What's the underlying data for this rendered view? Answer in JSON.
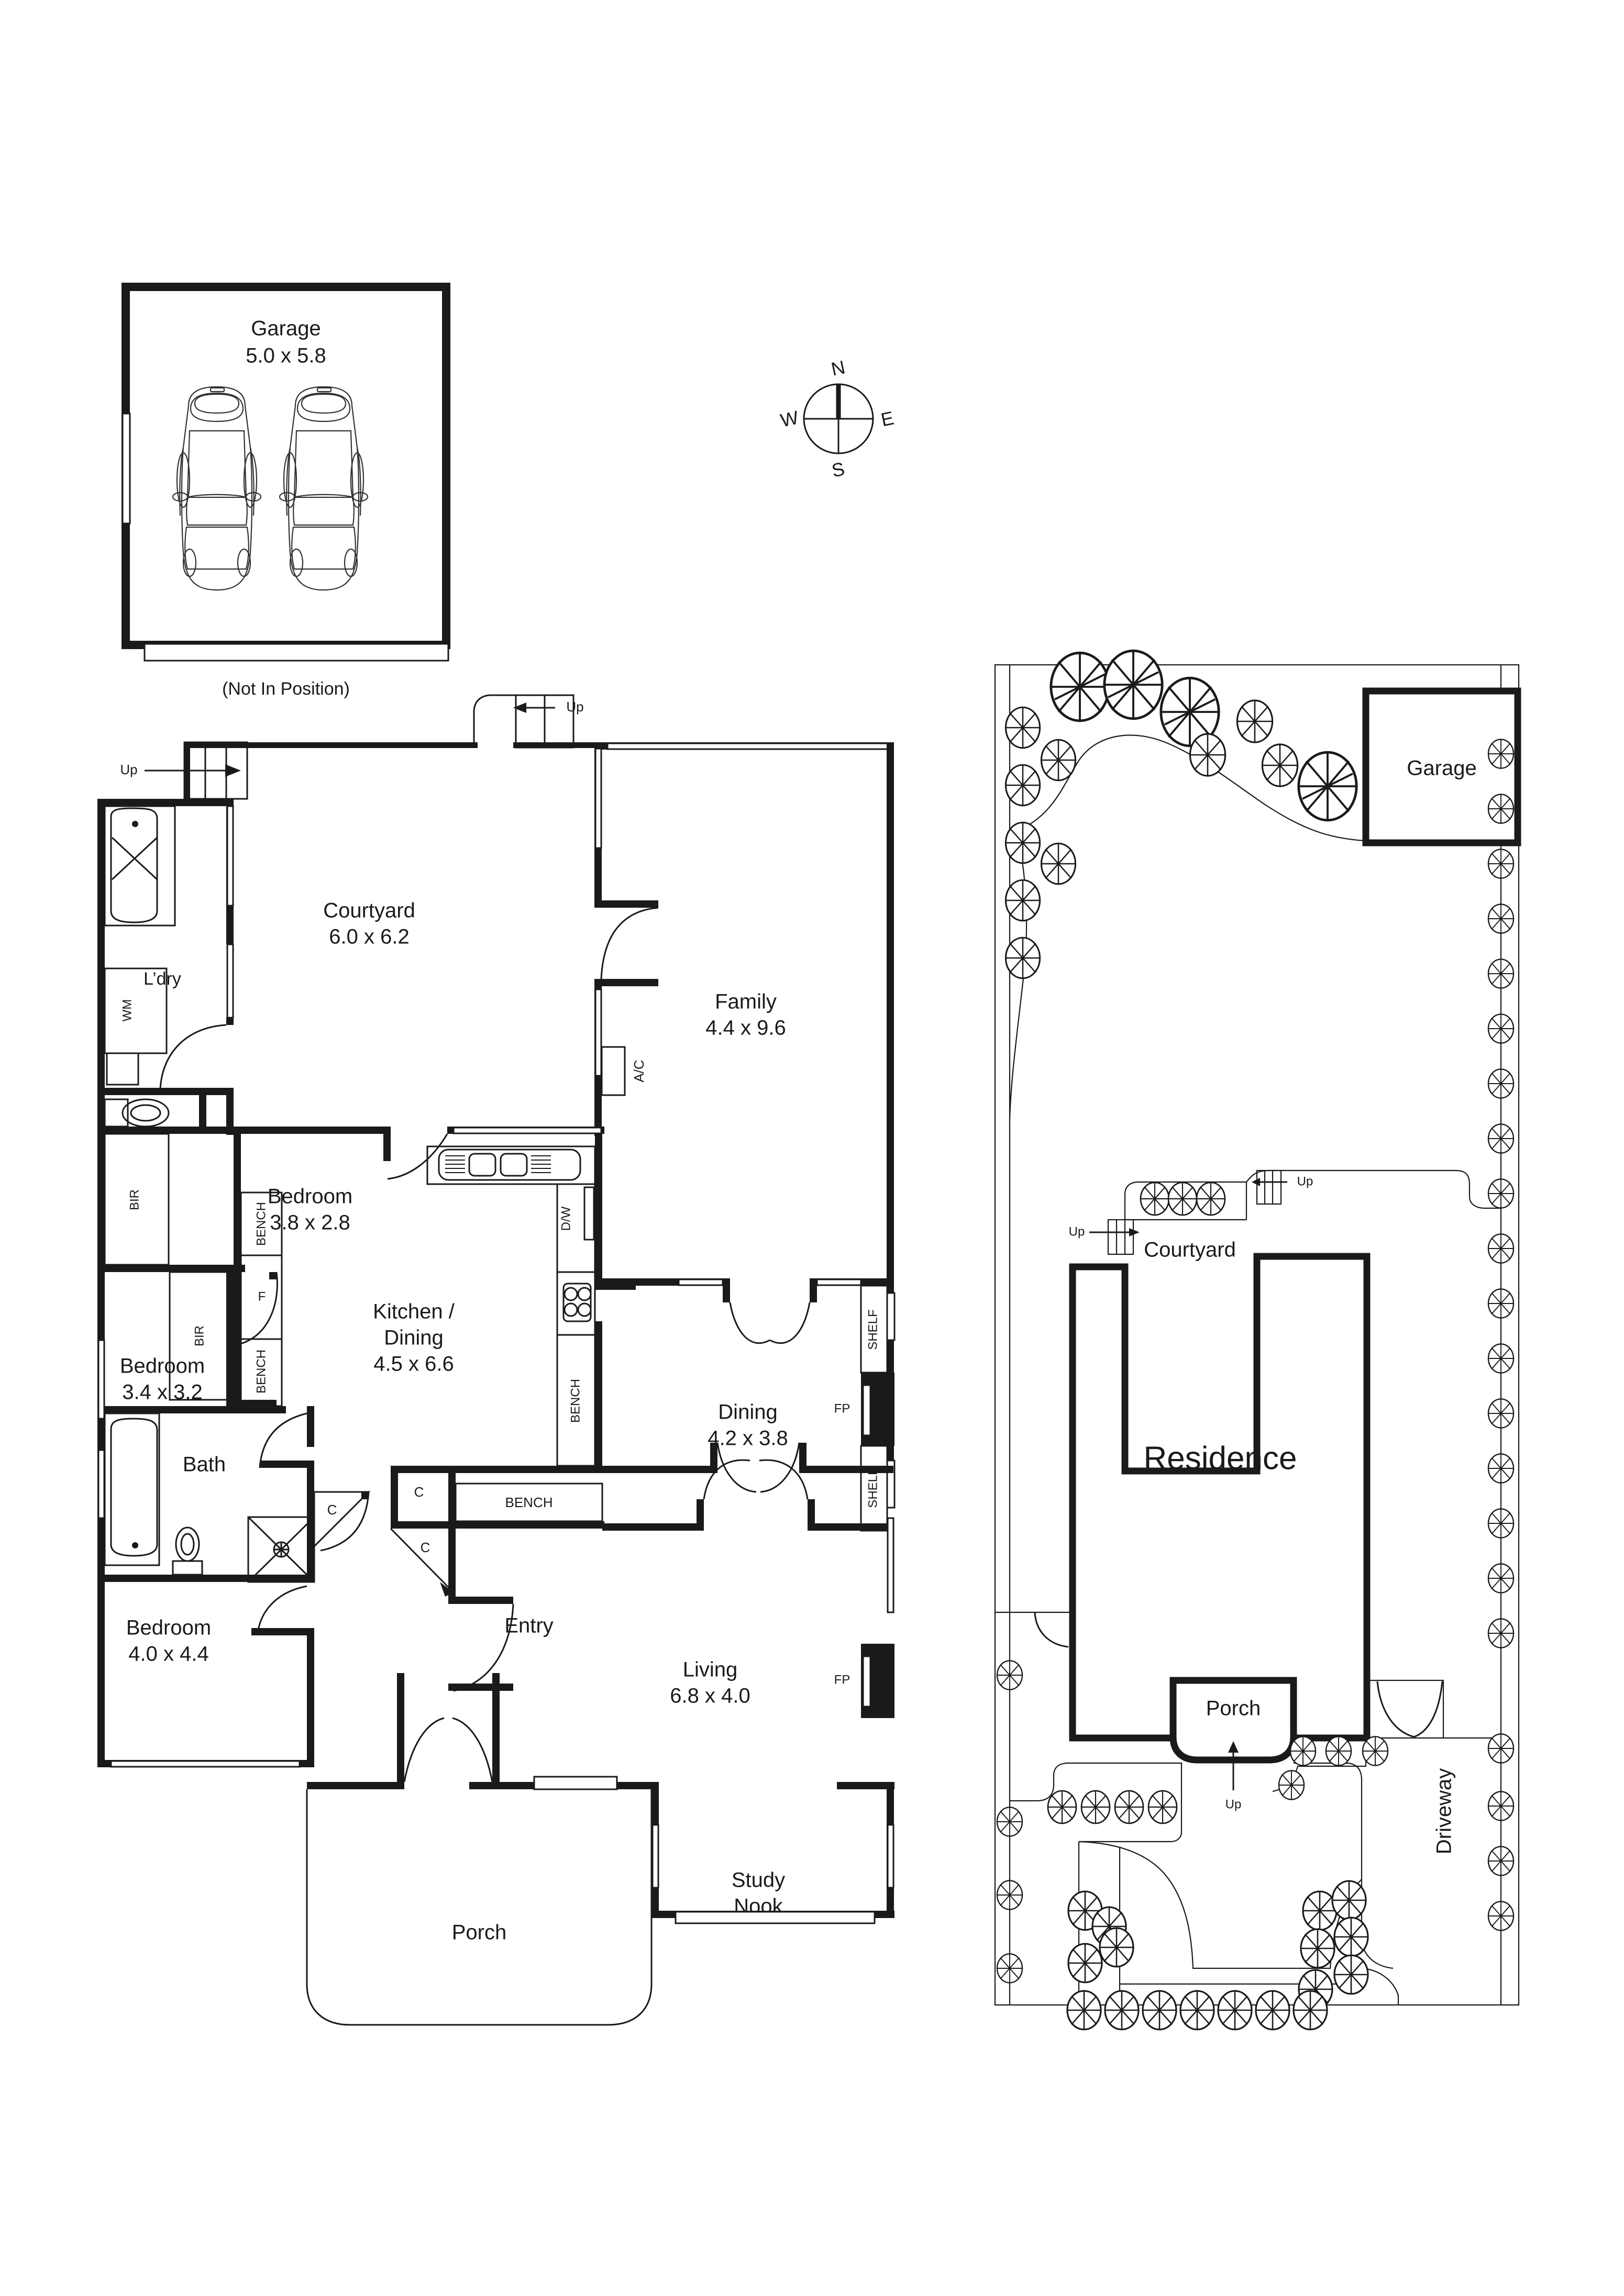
{
  "document": {
    "type": "residential-floor-plan",
    "sheets": [
      "floor-plan",
      "site-plan"
    ]
  },
  "colors": {
    "ink": "#1a1a1a",
    "paper": "#ffffff"
  },
  "garage_inset": {
    "title": "Garage",
    "dimensions": "5.0 x 5.8",
    "note": "(Not In Position)",
    "cars": 2
  },
  "compass": {
    "north": "N",
    "south": "S",
    "east": "E",
    "west": "W"
  },
  "floor_plan": {
    "rooms": [
      {
        "name": "Courtyard",
        "dimensions": "6.0 x 6.2"
      },
      {
        "name": "Family",
        "dimensions": "4.4 x 9.6"
      },
      {
        "name": "L'dry",
        "dimensions": ""
      },
      {
        "name": "Bedroom",
        "dimensions": "3.8 x 2.8"
      },
      {
        "name": "Bedroom",
        "dimensions": "3.4 x 3.2"
      },
      {
        "name": "Kitchen /\nDining",
        "dimensions": "4.5 x 6.6"
      },
      {
        "name": "Dining",
        "dimensions": "4.2 x 3.8"
      },
      {
        "name": "Bath",
        "dimensions": ""
      },
      {
        "name": "Bedroom",
        "dimensions": "4.0 x 4.4"
      },
      {
        "name": "Living",
        "dimensions": "6.8 x 4.0"
      },
      {
        "name": "Entry",
        "dimensions": ""
      },
      {
        "name": "Porch",
        "dimensions": ""
      },
      {
        "name": "Study Nook",
        "dimensions": ""
      }
    ],
    "labels": {
      "courtyard": "Courtyard",
      "courtyard_dim": "6.0 x 6.2",
      "family": "Family",
      "family_dim": "4.4 x 9.6",
      "ldry": "L’dry",
      "bedroom1": "Bedroom",
      "bedroom1_dim": "3.8 x 2.8",
      "bedroom2": "Bedroom",
      "bedroom2_dim": "3.4 x 3.2",
      "kitchen_line1": "Kitchen /",
      "kitchen_line2": "Dining",
      "kitchen_dim": "4.5 x 6.6",
      "dining": "Dining",
      "dining_dim": "4.2 x 3.8",
      "bath": "Bath",
      "bedroom3": "Bedroom",
      "bedroom3_dim": "4.0 x 4.4",
      "living": "Living",
      "living_dim": "6.8 x 4.0",
      "entry": "Entry",
      "porch": "Porch",
      "study_line1": "Study",
      "study_line2": "Nook"
    },
    "fixtures": {
      "wm": "WM",
      "ac": "A/C",
      "dw": "D/W",
      "fridge": "F",
      "bench": "BENCH",
      "shelf": "SHELF",
      "bir": "BIR",
      "cupboard": "C",
      "fireplace": "FP"
    },
    "stairs": [
      {
        "label": "Up",
        "direction": "right",
        "location": "north-west"
      },
      {
        "label": "Up",
        "direction": "left",
        "location": "north-centre"
      }
    ]
  },
  "site_plan": {
    "labels": {
      "garage": "Garage",
      "courtyard": "Courtyard",
      "residence": "Residence",
      "porch": "Porch",
      "driveway": "Driveway",
      "up": "Up"
    },
    "stairs": [
      {
        "label": "Up",
        "direction": "right"
      },
      {
        "label": "Up",
        "direction": "left"
      },
      {
        "label": "Up",
        "direction": "up"
      }
    ]
  }
}
